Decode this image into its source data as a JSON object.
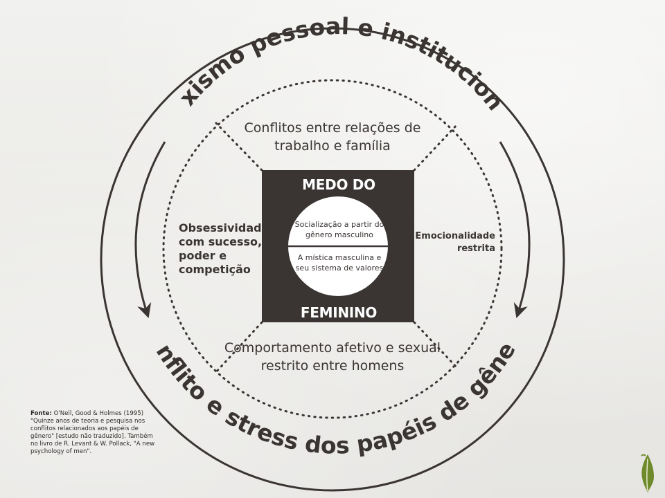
{
  "diagram": {
    "outer_top_text": "sexismo pessoal e institucional",
    "outer_bottom_text": "conflito e stress dos papéis de gênero",
    "center_top_title": "MEDO DO",
    "center_bottom_title": "FEMININO",
    "circle_upper_text": "Socialização a partir do gênero masculino",
    "circle_lower_text": "A mística masculina e seu sistema de valores",
    "quadrant_top": "Conflitos entre relações de trabalho e família",
    "quadrant_bottom": "Comportamento afetivo e sexual restrito entre homens",
    "quadrant_left": "Obsessividade com sucesso, poder e competição",
    "quadrant_right": "Emocionalidade restrita"
  },
  "source_note": {
    "label": "Fonte:",
    "text": "O'Neil, Good & Holmes (1995) \"Quinze anos de teoria e pesquisa nos conflitos relacionados aos papéis de gênero\" [estudo não traduzido]. Também no livro de R. Levant & W. Pollack, \"A new psychology of men\"."
  },
  "colors": {
    "ink": "#3a3533",
    "center_box": "#3a3533",
    "logo_green": "#6f8a2a"
  },
  "icons": {
    "logo": "green-leaf-logo-icon"
  }
}
